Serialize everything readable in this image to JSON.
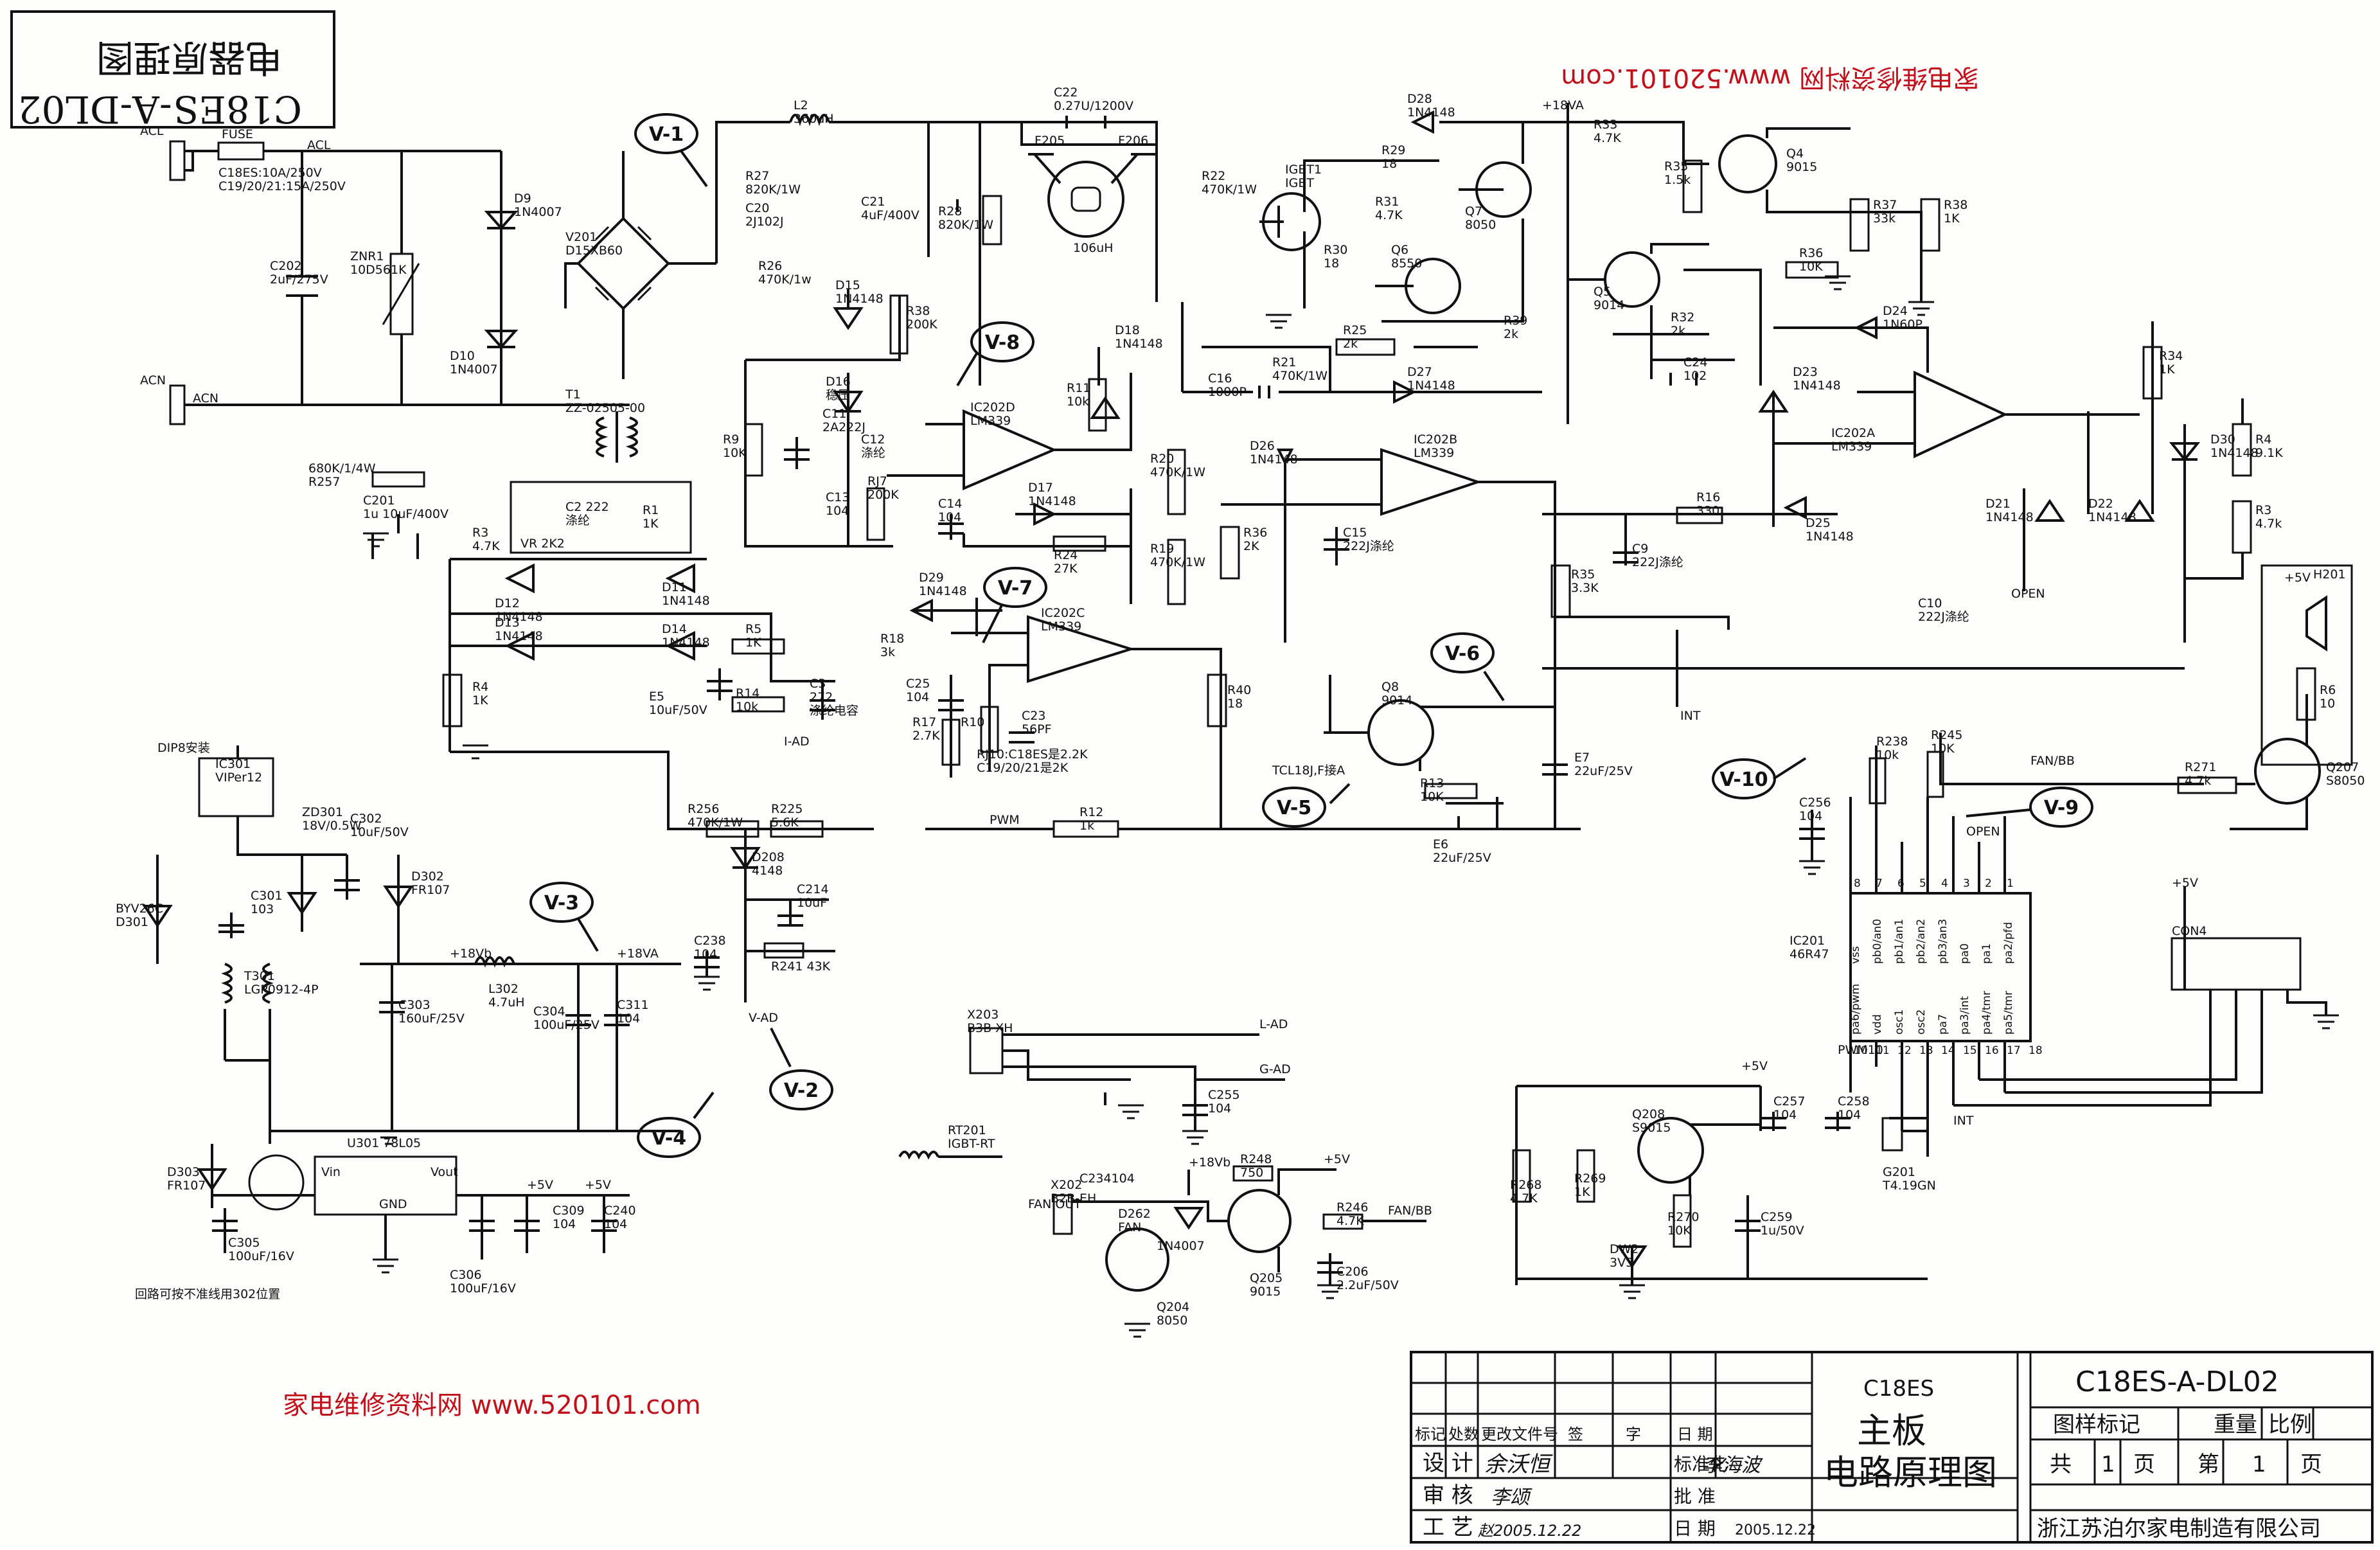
{
  "sheet": {
    "corner_stamp": [
      "C18ES-A-DL02",
      "电器原理图"
    ],
    "watermark_top": "家电维修资料网  www.520101.com",
    "watermark_bottom": "家电维修资料网  www.520101.com"
  },
  "test_points": [
    "V-1",
    "V-2",
    "V-3",
    "V-4",
    "V-5",
    "V-6",
    "V-7",
    "V-8",
    "V-9",
    "V-10"
  ],
  "components": [
    {
      "ref": "FUSE",
      "lines": [
        "FUSE"
      ]
    },
    {
      "ref": "ACL",
      "lines": [
        "ACL"
      ]
    },
    {
      "ref": "ACL2",
      "lines": [
        "ACL"
      ]
    },
    {
      "ref": "ACN",
      "lines": [
        "ACN"
      ]
    },
    {
      "ref": "ACN2",
      "lines": [
        "ACN"
      ]
    },
    {
      "ref": "FUSE-note",
      "lines": [
        "C18ES:10A/250V",
        "C19/20/21:15A/250V"
      ]
    },
    {
      "ref": "C202",
      "lines": [
        "C202",
        "2uF/275V"
      ]
    },
    {
      "ref": "ZNR1",
      "lines": [
        "ZNR1",
        "10D561K"
      ]
    },
    {
      "ref": "D9",
      "lines": [
        "D9",
        "1N4007"
      ]
    },
    {
      "ref": "D10",
      "lines": [
        "D10",
        "1N4007"
      ]
    },
    {
      "ref": "V201",
      "lines": [
        "V201",
        "D15XB60"
      ]
    },
    {
      "ref": "L2",
      "lines": [
        "L2",
        "360uH"
      ]
    },
    {
      "ref": "C22",
      "lines": [
        "C22",
        "0.27U/1200V"
      ]
    },
    {
      "ref": "C21",
      "lines": [
        "C21",
        "4uF/400V"
      ]
    },
    {
      "ref": "R28",
      "lines": [
        "R28",
        "820K/1W"
      ]
    },
    {
      "ref": "R27",
      "lines": [
        "R27",
        "820K/1W"
      ]
    },
    {
      "ref": "C20",
      "lines": [
        "C20",
        "2J102J"
      ]
    },
    {
      "ref": "R26",
      "lines": [
        "R26",
        "470K/1w"
      ]
    },
    {
      "ref": "F205",
      "lines": [
        "F205"
      ]
    },
    {
      "ref": "F206",
      "lines": [
        "F206"
      ]
    },
    {
      "ref": "COIL",
      "lines": [
        "106uH"
      ]
    },
    {
      "ref": "R22",
      "lines": [
        "R22",
        "470K/1W"
      ]
    },
    {
      "ref": "IGBT1",
      "lines": [
        "IGBT1",
        "IGBT"
      ]
    },
    {
      "ref": "D28",
      "lines": [
        "D28",
        "1N4148"
      ]
    },
    {
      "ref": "R29",
      "lines": [
        "R29",
        "18"
      ]
    },
    {
      "ref": "R31",
      "lines": [
        "R31",
        "4.7K"
      ]
    },
    {
      "ref": "R30",
      "lines": [
        "R30",
        "18"
      ]
    },
    {
      "ref": "Q6",
      "lines": [
        "Q6",
        "8550"
      ]
    },
    {
      "ref": "Q7",
      "lines": [
        "Q7",
        "8050"
      ]
    },
    {
      "ref": "P18VA",
      "lines": [
        "+18VA"
      ]
    },
    {
      "ref": "R33",
      "lines": [
        "R33",
        "4.7K"
      ]
    },
    {
      "ref": "R35",
      "lines": [
        "R35",
        "1.5k"
      ]
    },
    {
      "ref": "Q4",
      "lines": [
        "Q4",
        "9015"
      ]
    },
    {
      "ref": "R37",
      "lines": [
        "R37",
        "33k"
      ]
    },
    {
      "ref": "R38",
      "lines": [
        "R38",
        "1K"
      ]
    },
    {
      "ref": "R36",
      "lines": [
        "R36",
        "10K"
      ]
    },
    {
      "ref": "Q5",
      "lines": [
        "Q5",
        "9014"
      ]
    },
    {
      "ref": "R32",
      "lines": [
        "R32",
        "2k"
      ]
    },
    {
      "ref": "C24",
      "lines": [
        "C24",
        "102"
      ]
    },
    {
      "ref": "R39",
      "lines": [
        "R39",
        "2k"
      ]
    },
    {
      "ref": "D24",
      "lines": [
        "D24",
        "1N60P"
      ]
    },
    {
      "ref": "D23",
      "lines": [
        "D23",
        "1N4148"
      ]
    },
    {
      "ref": "IC202A",
      "lines": [
        "IC202A",
        "LM339"
      ]
    },
    {
      "ref": "R34",
      "lines": [
        "R34",
        "1K"
      ]
    },
    {
      "ref": "D30",
      "lines": [
        "D30",
        "1N4148"
      ]
    },
    {
      "ref": "R4",
      "lines": [
        "R4",
        "9.1K"
      ]
    },
    {
      "ref": "R3b",
      "lines": [
        "R3",
        "4.7k"
      ]
    },
    {
      "ref": "D21",
      "lines": [
        "D21",
        "1N4148"
      ]
    },
    {
      "ref": "D22",
      "lines": [
        "D22",
        "1N4148"
      ]
    },
    {
      "ref": "C10",
      "lines": [
        "C10",
        "222J涤纶"
      ]
    },
    {
      "ref": "OPEN",
      "lines": [
        "OPEN"
      ]
    },
    {
      "ref": "H201",
      "lines": [
        "H201"
      ]
    },
    {
      "ref": "R6",
      "lines": [
        "R6",
        "10"
      ]
    },
    {
      "ref": "P5V-h",
      "lines": [
        "+5V"
      ]
    },
    {
      "ref": "R25",
      "lines": [
        "R25",
        "2k"
      ]
    },
    {
      "ref": "R21",
      "lines": [
        "R21",
        "470K/1W"
      ]
    },
    {
      "ref": "C16",
      "lines": [
        "C16",
        "1000P"
      ]
    },
    {
      "ref": "D27",
      "lines": [
        "D27",
        "1N4148"
      ]
    },
    {
      "ref": "IC202B",
      "lines": [
        "IC202B",
        "LM339"
      ]
    },
    {
      "ref": "D26",
      "lines": [
        "D26",
        "1N4148"
      ]
    },
    {
      "ref": "R36b",
      "lines": [
        "R36",
        "2K"
      ]
    },
    {
      "ref": "C15",
      "lines": [
        "C15",
        "222J涤纶"
      ]
    },
    {
      "ref": "R16",
      "lines": [
        "R16",
        "330"
      ]
    },
    {
      "ref": "D25",
      "lines": [
        "D25",
        "1N4148"
      ]
    },
    {
      "ref": "C9",
      "lines": [
        "C9",
        "222J涤纶"
      ]
    },
    {
      "ref": "R35b",
      "lines": [
        "R35",
        "3.3K"
      ]
    },
    {
      "ref": "INT",
      "lines": [
        "INT"
      ]
    },
    {
      "ref": "D15",
      "lines": [
        "D15",
        "1N4148"
      ]
    },
    {
      "ref": "R38b",
      "lines": [
        "R38",
        "200K"
      ]
    },
    {
      "ref": "D16",
      "lines": [
        "D16",
        "稳压"
      ]
    },
    {
      "ref": "R9",
      "lines": [
        "R9",
        "10K"
      ]
    },
    {
      "ref": "C11",
      "lines": [
        "C11",
        "2A222J"
      ]
    },
    {
      "ref": "C12",
      "lines": [
        "C12",
        "涤纶"
      ]
    },
    {
      "ref": "IC202D",
      "lines": [
        "IC202D",
        "LM339"
      ]
    },
    {
      "ref": "R11",
      "lines": [
        "R11",
        "10k"
      ]
    },
    {
      "ref": "D18",
      "lines": [
        "D18",
        "1N4148"
      ]
    },
    {
      "ref": "C13",
      "lines": [
        "C13",
        "104"
      ]
    },
    {
      "ref": "RJ7",
      "lines": [
        "RJ7",
        "200K"
      ]
    },
    {
      "ref": "C14",
      "lines": [
        "C14",
        "104"
      ]
    },
    {
      "ref": "D17",
      "lines": [
        "D17",
        "1N4148"
      ]
    },
    {
      "ref": "R24",
      "lines": [
        "R24",
        "27K"
      ]
    },
    {
      "ref": "R20",
      "lines": [
        "R20",
        "470K/1W"
      ]
    },
    {
      "ref": "R19",
      "lines": [
        "R19",
        "470K/1W"
      ]
    },
    {
      "ref": "D29",
      "lines": [
        "D29",
        "1N4148"
      ]
    },
    {
      "ref": "R18",
      "lines": [
        "R18",
        "3k"
      ]
    },
    {
      "ref": "IC202C",
      "lines": [
        "IC202C",
        "LM339"
      ]
    },
    {
      "ref": "C25",
      "lines": [
        "C25",
        "104"
      ]
    },
    {
      "ref": "R17",
      "lines": [
        "R17",
        "2.7K"
      ]
    },
    {
      "ref": "R10",
      "lines": [
        "R10"
      ]
    },
    {
      "ref": "C23",
      "lines": [
        "C23",
        "56PF"
      ]
    },
    {
      "ref": "RJ10-note",
      "lines": [
        "RJ10:C18ES是2.2K",
        "C19/20/21是2K"
      ]
    },
    {
      "ref": "R40",
      "lines": [
        "R40",
        "18"
      ]
    },
    {
      "ref": "PWM",
      "lines": [
        "PWM"
      ]
    },
    {
      "ref": "R12",
      "lines": [
        "R12",
        "1k"
      ]
    },
    {
      "ref": "Q8",
      "lines": [
        "Q8",
        "9014"
      ]
    },
    {
      "ref": "TCL-note",
      "lines": [
        "TCL18J,F接A"
      ]
    },
    {
      "ref": "R13",
      "lines": [
        "R13",
        "10K"
      ]
    },
    {
      "ref": "E6",
      "lines": [
        "E6",
        "22uF/25V"
      ]
    },
    {
      "ref": "E7",
      "lines": [
        "E7",
        "22uF/25V"
      ]
    },
    {
      "ref": "T1",
      "lines": [
        "T1",
        "ZZ-02505-00"
      ]
    },
    {
      "ref": "R257",
      "lines": [
        "680K/1/4W",
        "R257"
      ]
    },
    {
      "ref": "C201",
      "lines": [
        "C201",
        "1u 10uF/400V"
      ]
    },
    {
      "ref": "C2",
      "lines": [
        "C2 222",
        "涤纶"
      ]
    },
    {
      "ref": "VR",
      "lines": [
        "VR 2K2"
      ]
    },
    {
      "ref": "R1",
      "lines": [
        "R1",
        "1K"
      ]
    },
    {
      "ref": "R3",
      "lines": [
        "R3",
        "4.7K"
      ]
    },
    {
      "ref": "D12",
      "lines": [
        "D12",
        "1N4148"
      ]
    },
    {
      "ref": "D13",
      "lines": [
        "D13",
        "1N4148"
      ]
    },
    {
      "ref": "D11",
      "lines": [
        "D11",
        "1N4148"
      ]
    },
    {
      "ref": "D14",
      "lines": [
        "D14",
        "1N4148"
      ]
    },
    {
      "ref": "R4b",
      "lines": [
        "R4",
        "1K"
      ]
    },
    {
      "ref": "E5",
      "lines": [
        "E5",
        "10uF/50V"
      ]
    },
    {
      "ref": "R5",
      "lines": [
        "R5",
        "1K"
      ]
    },
    {
      "ref": "R14",
      "lines": [
        "R14",
        "10k"
      ]
    },
    {
      "ref": "C3",
      "lines": [
        "C3",
        "272",
        "涤纶电容"
      ]
    },
    {
      "ref": "I-AD",
      "lines": [
        "I-AD"
      ]
    },
    {
      "ref": "DIPS",
      "lines": [
        "DIP8安装"
      ]
    },
    {
      "ref": "IC301",
      "lines": [
        "IC301",
        "VIPer12"
      ]
    },
    {
      "ref": "ZD301",
      "lines": [
        "ZD301",
        "18V/0.5W"
      ]
    },
    {
      "ref": "C302",
      "lines": [
        "C302",
        "10uF/50V"
      ]
    },
    {
      "ref": "D301",
      "lines": [
        "BYV26C",
        "D301"
      ]
    },
    {
      "ref": "C301",
      "lines": [
        "C301",
        "103"
      ]
    },
    {
      "ref": "D302",
      "lines": [
        "D302",
        "FR107"
      ]
    },
    {
      "ref": "T301",
      "lines": [
        "T301",
        "LGP0912-4P"
      ]
    },
    {
      "ref": "P18Vb",
      "lines": [
        "+18Vb"
      ]
    },
    {
      "ref": "L302",
      "lines": [
        "L302",
        "4.7uH"
      ]
    },
    {
      "ref": "P18VA2",
      "lines": [
        "+18VA"
      ]
    },
    {
      "ref": "C303",
      "lines": [
        "C303",
        "160uF/25V"
      ]
    },
    {
      "ref": "C304",
      "lines": [
        "C304",
        "100uF/25V"
      ]
    },
    {
      "ref": "C311",
      "lines": [
        "C311",
        "104"
      ]
    },
    {
      "ref": "R256",
      "lines": [
        "R256",
        "470K/1W"
      ]
    },
    {
      "ref": "R225",
      "lines": [
        "R225",
        "5.6K"
      ]
    },
    {
      "ref": "D208",
      "lines": [
        "D208",
        "4148"
      ]
    },
    {
      "ref": "C214",
      "lines": [
        "C214",
        "10uF"
      ]
    },
    {
      "ref": "C238",
      "lines": [
        "C238",
        "104"
      ]
    },
    {
      "ref": "R241",
      "lines": [
        "R241 43K"
      ]
    },
    {
      "ref": "V-AD",
      "lines": [
        "V-AD"
      ]
    },
    {
      "ref": "D303",
      "lines": [
        "D303",
        "FR107"
      ]
    },
    {
      "ref": "U301",
      "lines": [
        "U301  78L05"
      ]
    },
    {
      "ref": "Vin",
      "lines": [
        "Vin"
      ]
    },
    {
      "ref": "GND",
      "lines": [
        "GND"
      ]
    },
    {
      "ref": "Vout",
      "lines": [
        "Vout"
      ]
    },
    {
      "ref": "C305",
      "lines": [
        "C305",
        "100uF/16V"
      ]
    },
    {
      "ref": "C306",
      "lines": [
        "C306",
        "100uF/16V"
      ]
    },
    {
      "ref": "C309",
      "lines": [
        "C309",
        "104"
      ]
    },
    {
      "ref": "C240",
      "lines": [
        "C240",
        "104"
      ]
    },
    {
      "ref": "P5V-a",
      "lines": [
        "+5V"
      ]
    },
    {
      "ref": "P5V-b",
      "lines": [
        "+5V"
      ]
    },
    {
      "ref": "bottom-note",
      "lines": [
        "回路可按不准线用302位置"
      ]
    },
    {
      "ref": "X203",
      "lines": [
        "X203",
        "B3B-XH"
      ]
    },
    {
      "ref": "L-AD",
      "lines": [
        "L-AD"
      ]
    },
    {
      "ref": "G-AD",
      "lines": [
        "G-AD"
      ]
    },
    {
      "ref": "C255",
      "lines": [
        "C255",
        "104"
      ]
    },
    {
      "ref": "RT201",
      "lines": [
        "RT201",
        "IGBT-RT"
      ]
    },
    {
      "ref": "X202",
      "lines": [
        "X202",
        "B2B-EH"
      ]
    },
    {
      "ref": "FANOUT",
      "lines": [
        "FAN OUT"
      ]
    },
    {
      "ref": "C234",
      "lines": [
        "C234104"
      ]
    },
    {
      "ref": "D262",
      "lines": [
        "D262",
        "FAN"
      ]
    },
    {
      "ref": "D-1N4007",
      "lines": [
        "1N4007"
      ]
    },
    {
      "ref": "P18Vb2",
      "lines": [
        "+18Vb"
      ]
    },
    {
      "ref": "Q204",
      "lines": [
        "Q204",
        "8050"
      ]
    },
    {
      "ref": "R248",
      "lines": [
        "R248",
        "750"
      ]
    },
    {
      "ref": "P5V-c",
      "lines": [
        "+5V"
      ]
    },
    {
      "ref": "Q205",
      "lines": [
        "Q205",
        "9015"
      ]
    },
    {
      "ref": "R246",
      "lines": [
        "R246",
        "4.7K"
      ]
    },
    {
      "ref": "C206",
      "lines": [
        "C206",
        "2.2uF/50V"
      ]
    },
    {
      "ref": "FAN-BB",
      "lines": [
        "FAN/BB"
      ]
    },
    {
      "ref": "R238",
      "lines": [
        "R238",
        "10k"
      ]
    },
    {
      "ref": "C256",
      "lines": [
        "C256",
        "104"
      ]
    },
    {
      "ref": "R245",
      "lines": [
        "R245",
        "10K"
      ]
    },
    {
      "ref": "OPEN2",
      "lines": [
        "OPEN"
      ]
    },
    {
      "ref": "IC201",
      "lines": [
        "IC201",
        "46R47"
      ]
    },
    {
      "ref": "FANBB2",
      "lines": [
        "FAN/BB"
      ]
    },
    {
      "ref": "R271",
      "lines": [
        "R271",
        "4.7k"
      ]
    },
    {
      "ref": "Q207",
      "lines": [
        "Q207",
        "S8050"
      ]
    },
    {
      "ref": "CON4",
      "lines": [
        "CON4"
      ]
    },
    {
      "ref": "Q208",
      "lines": [
        "Q208",
        "S9015"
      ]
    },
    {
      "ref": "C257",
      "lines": [
        "C257",
        "104"
      ]
    },
    {
      "ref": "C258",
      "lines": [
        "C258",
        "104"
      ]
    },
    {
      "ref": "R268",
      "lines": [
        "R268",
        "4.7K"
      ]
    },
    {
      "ref": "R269",
      "lines": [
        "R269",
        "1K"
      ]
    },
    {
      "ref": "R270",
      "lines": [
        "R270",
        "10K"
      ]
    },
    {
      "ref": "C259",
      "lines": [
        "C259",
        "1u/50V"
      ]
    },
    {
      "ref": "DW2",
      "lines": [
        "DW2",
        "3V3"
      ]
    },
    {
      "ref": "G201",
      "lines": [
        "G201",
        "T4.19GN"
      ]
    },
    {
      "ref": "PWM10",
      "lines": [
        "PWM10"
      ]
    },
    {
      "ref": "INT2",
      "lines": [
        "INT"
      ]
    },
    {
      "ref": "P5V-d",
      "lines": [
        "+5V"
      ]
    },
    {
      "ref": "P5V-e",
      "lines": [
        "+5V"
      ]
    }
  ],
  "ic201_pins": {
    "top": [
      "vss",
      "pb0/an0",
      "pb1/an1",
      "pb2/an2",
      "pb3/an3",
      "pa0",
      "pa1",
      "pa2/pfd"
    ],
    "bottom": [
      "pa6/pwm",
      "vdd",
      "osc1",
      "osc2",
      "pa7",
      "pa3/int",
      "pa4/tmr",
      "pa5/tmr"
    ],
    "pin_numbers": [
      "8",
      "7",
      "6",
      "5",
      "4",
      "3",
      "2",
      "1",
      "10",
      "11",
      "12",
      "13",
      "14",
      "15",
      "16",
      "17",
      "18"
    ]
  },
  "title_block": {
    "model": "C18ES",
    "board": "主板",
    "sheet_title": "电路原理图",
    "drawing_no": "C18ES-A-DL02",
    "header_cells": [
      "图样标记",
      "重量",
      "比例"
    ],
    "pages": [
      "共",
      "1",
      "页",
      "第",
      "1",
      "页"
    ],
    "rev_header": [
      "标记",
      "处数",
      "更改文件号",
      "签",
      "字",
      "日 期"
    ],
    "rows": [
      "设 计",
      "审 核",
      "工 艺"
    ],
    "right_cells": [
      "标准化",
      "批 准",
      "日 期"
    ],
    "signatures": [
      "余沃恒",
      "李颂",
      "李海波",
      "赵2005.12.22"
    ],
    "date": "2005.12.22",
    "company": "浙江苏泊尔家电制造有限公司"
  }
}
